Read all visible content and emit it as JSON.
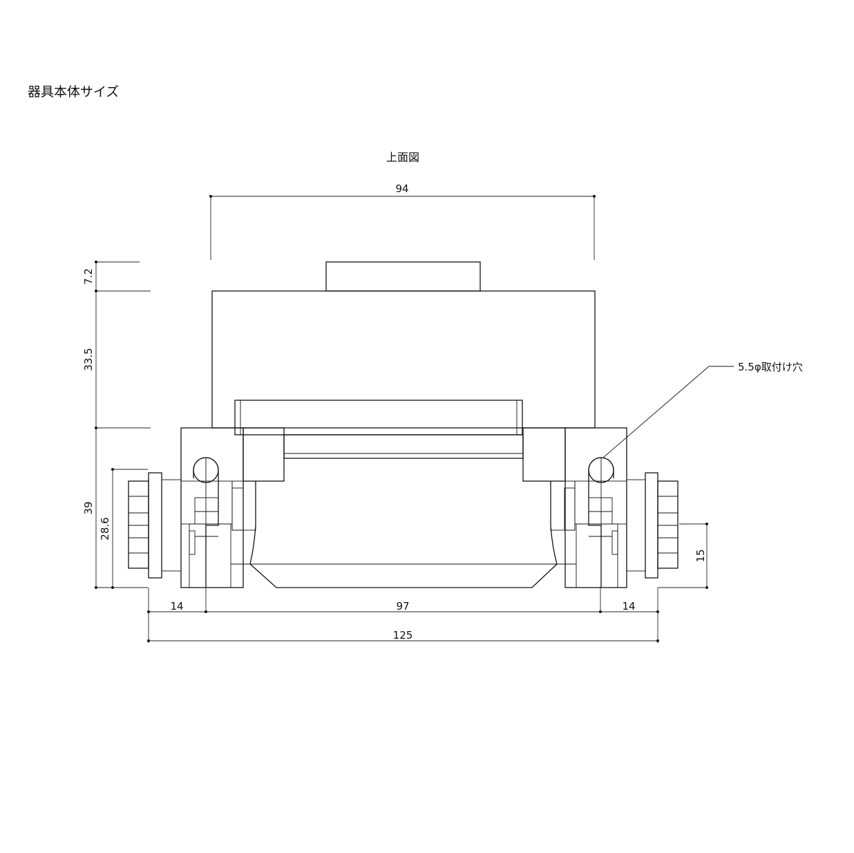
{
  "page_title": "器具本体サイズ",
  "view_title": "上面図",
  "callout": "5.5φ取付け穴",
  "dimensions": {
    "top_width": "94",
    "left_top_height": "7.2",
    "left_body_height": "33.5",
    "left_lower_height": "39",
    "left_flange_height": "28.6",
    "right_height": "15",
    "bottom_left": "14",
    "bottom_center": "97",
    "bottom_right": "14",
    "bottom_total": "125"
  }
}
